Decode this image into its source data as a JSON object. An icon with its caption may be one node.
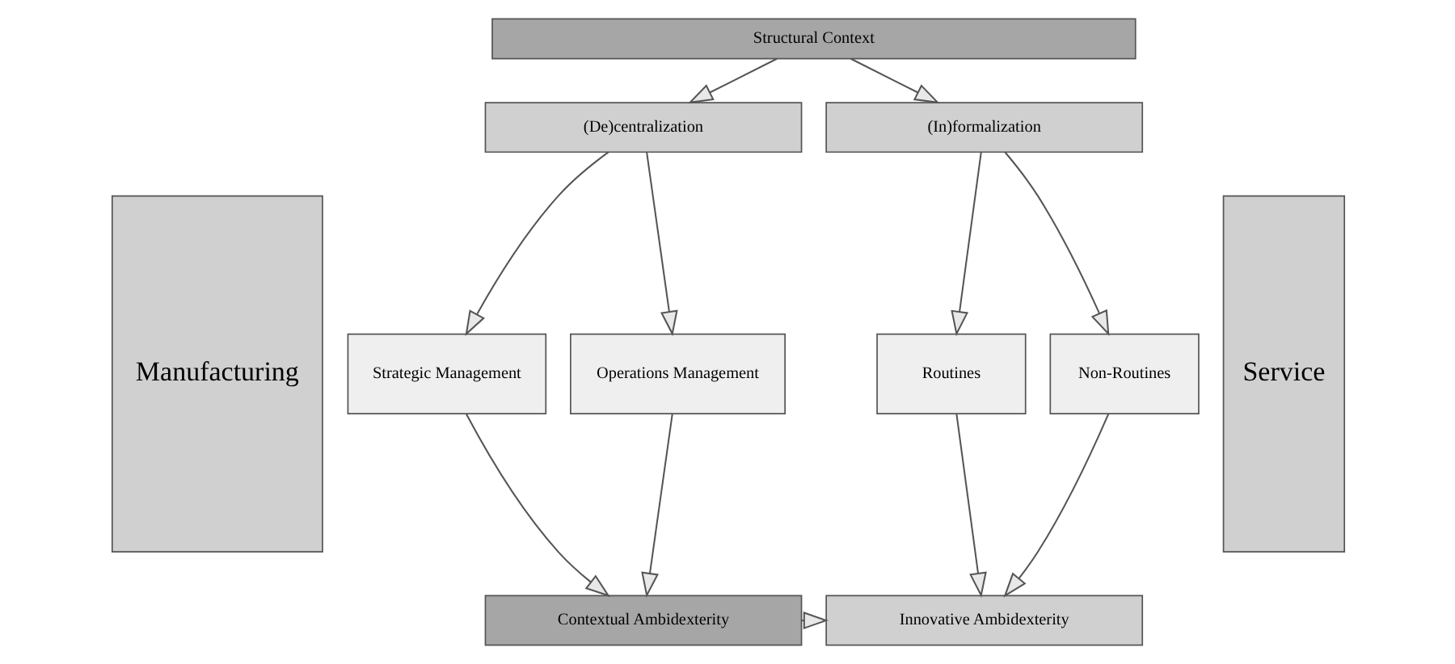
{
  "diagram": {
    "nodes": [
      {
        "text": [
          "Manufacturing"
        ]
      },
      {
        "text": [
          "Service"
        ]
      },
      {
        "text": [
          "Structural Context"
        ]
      },
      {
        "text": [
          "(De)centralization"
        ]
      },
      {
        "text": [
          "(In)formalization"
        ]
      },
      {
        "text": [
          "Strategic Management"
        ]
      },
      {
        "text": [
          "Operations Management"
        ]
      },
      {
        "text": [
          "Routines"
        ]
      },
      {
        "text": [
          "Non-Routines"
        ]
      },
      {
        "text": [
          "Contextual Ambidexterity"
        ]
      },
      {
        "text": [
          "Innovative Ambidexterity"
        ]
      }
    ],
    "edges": [
      {
        "from": 2,
        "to": 3,
        "arrow": "to"
      },
      {
        "from": 2,
        "to": 4,
        "arrow": "to"
      },
      {
        "from": 3,
        "to": 5,
        "arrow": "to"
      },
      {
        "from": 3,
        "to": 6,
        "arrow": "to"
      },
      {
        "from": 4,
        "to": 7,
        "arrow": "to"
      },
      {
        "from": 4,
        "to": 8,
        "arrow": "to"
      },
      {
        "from": 5,
        "to": 9,
        "arrow": "to"
      },
      {
        "from": 6,
        "to": 9,
        "arrow": "to"
      },
      {
        "from": 7,
        "to": 10,
        "arrow": "to"
      },
      {
        "from": 8,
        "to": 10,
        "arrow": "to"
      },
      {
        "from": 9,
        "to": 10,
        "arrow": "to"
      }
    ]
  }
}
